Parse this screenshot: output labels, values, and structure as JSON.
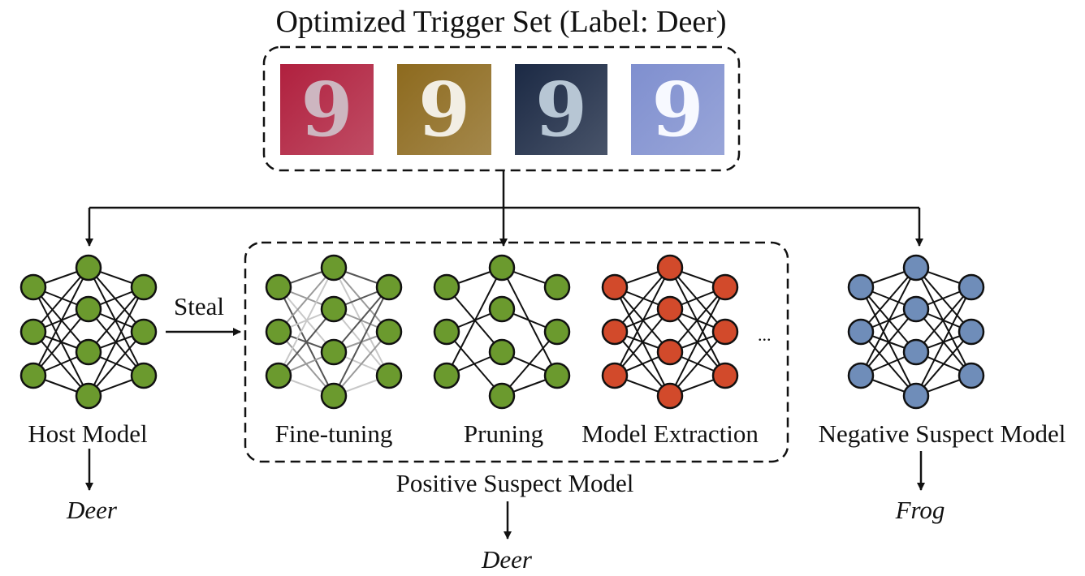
{
  "title": "Optimized Trigger Set (Label: Deer)",
  "trigger_images": [
    {
      "glyph": "9",
      "bg": "#b0203e",
      "fg": "#cdb6c0"
    },
    {
      "glyph": "9",
      "bg": "#8d6a1e",
      "fg": "#f2eee4"
    },
    {
      "glyph": "9",
      "bg": "#1b2944",
      "fg": "#b7c6d4"
    },
    {
      "glyph": "9",
      "bg": "#7f8fcf",
      "fg": "#f7f9ff"
    }
  ],
  "steal_label": "Steal",
  "ellipsis": "...",
  "models": {
    "host": "Host Model",
    "finetune": "Fine-tuning",
    "pruning": "Pruning",
    "extraction": "Model Extraction",
    "negative": "Negative Suspect Model",
    "positive_group": "Positive Suspect Model"
  },
  "outputs": {
    "host": "Deer",
    "positive": "Deer",
    "negative": "Frog"
  },
  "colors": {
    "green_node": "#6b9a2e",
    "red_node": "#d24a2b",
    "blue_node": "#6f8db9"
  }
}
